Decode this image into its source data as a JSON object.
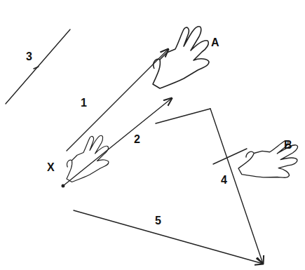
{
  "diagram": {
    "labels": [
      "3",
      "1",
      "A",
      "X",
      "2",
      "4",
      "B",
      "5"
    ]
  }
}
